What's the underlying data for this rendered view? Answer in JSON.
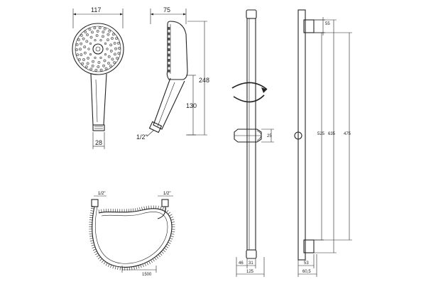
{
  "colors": {
    "line": "#222222",
    "background": "#ffffff",
    "hole": "#cfcfcf"
  },
  "icons": [
    "rotation-arrow-icon",
    "hand-shower-face",
    "hose-coil"
  ],
  "head": {
    "width_label": "117",
    "connector_label": "28"
  },
  "side": {
    "width_label": "75",
    "height_label": "248",
    "grip_label": "130",
    "thread_label": "1/2\""
  },
  "bar": {
    "holder_width_label": "25",
    "bottom_left_label": "46",
    "bottom_mid_label": "31",
    "bottom_total_label": "125"
  },
  "profile": {
    "top_label": "55",
    "label_525": "525",
    "label_635": "635",
    "label_475": "475",
    "bottom_a_label": "53",
    "bottom_b_label": "60,5"
  },
  "hose": {
    "thread_left_label": "1/2\"",
    "thread_right_label": "1/2\"",
    "length_label": "1500"
  }
}
